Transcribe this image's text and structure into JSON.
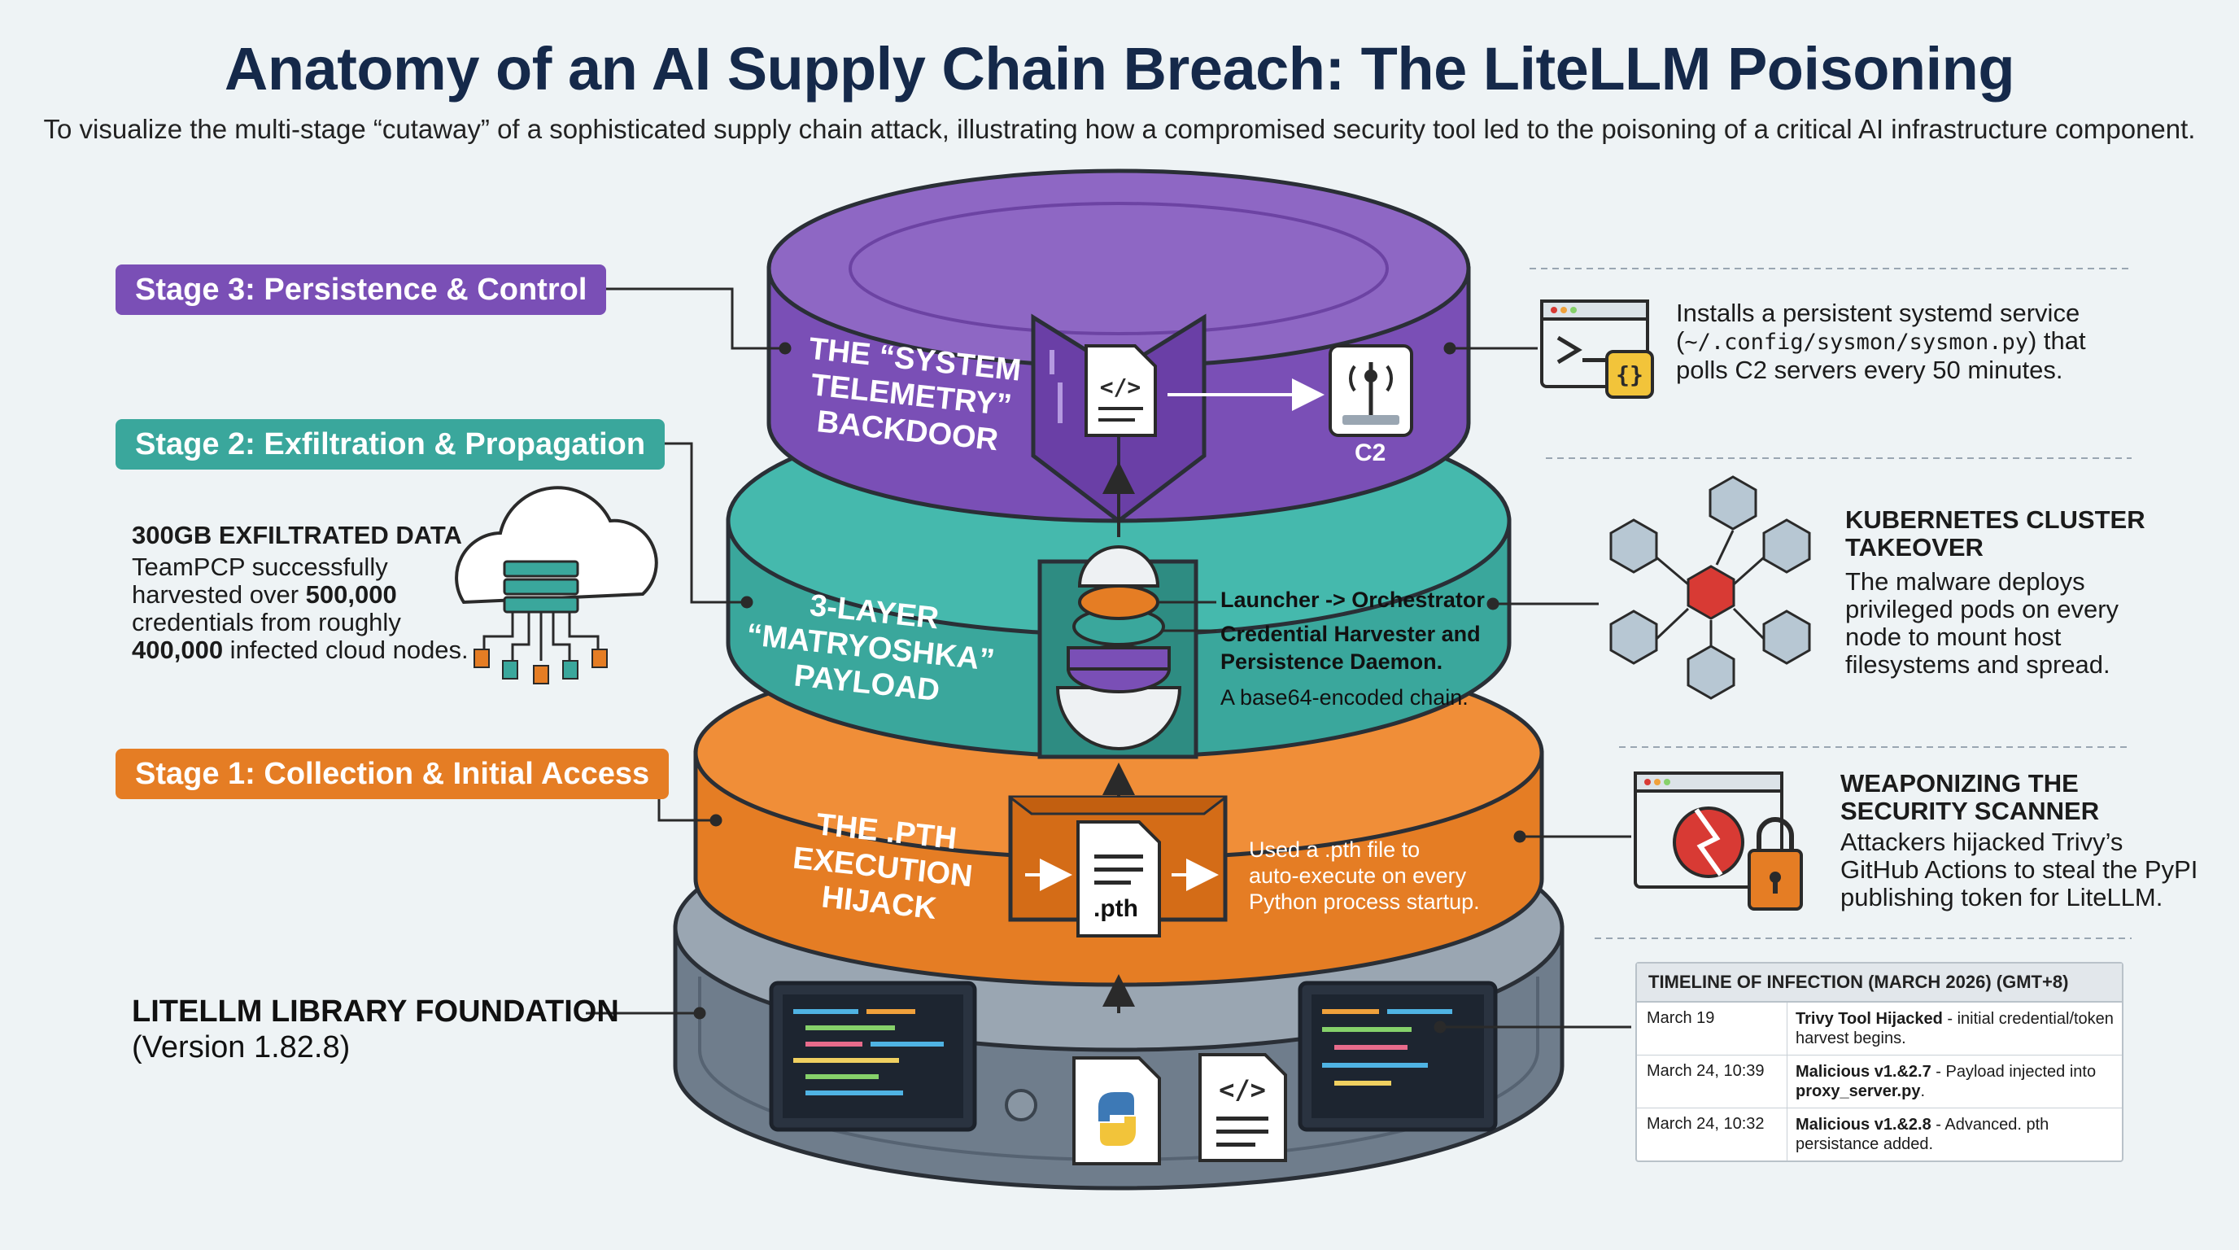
{
  "title": "Anatomy of an AI Supply Chain Breach: The LiteLLM Poisoning",
  "subtitle": "To visualize the multi-stage “cutaway” of a sophisticated supply chain attack, illustrating how a compromised security tool led to the poisoning of a critical AI infrastructure component.",
  "colors": {
    "stage3": "#7a4fb6",
    "stage2": "#3aa79c",
    "stage1": "#e57d24",
    "foundation": "#7d8a99",
    "accent_red": "#d83a34"
  },
  "stages": {
    "stage3": "Stage 3: Persistence & Control",
    "stage2": "Stage 2: Exfiltration & Propagation",
    "stage1": "Stage 1: Collection & Initial Access"
  },
  "layers": {
    "backdoor": "THE “SYSTEM\nTELEMETRY”\nBACKDOOR",
    "c2": "C2",
    "payload": "3-LAYER\n“MATRYOSHKA”\nPAYLOAD",
    "payload_launcher": "Launcher -> Orchestrator",
    "payload_harvester": "Credential Harvester and\nPersistence Daemon.",
    "payload_chain": "A base64-encoded chain.",
    "pth": "THE .PTH\nEXECUTION\nHIJACK",
    "pth_file_label": ".pth",
    "pth_desc": "Used a .pth file to\nauto-execute on every\nPython process startup."
  },
  "left": {
    "exfil_title": "300GB EXFILTRATED DATA",
    "exfil_body_1": "TeamPCP successfully",
    "exfil_body_2a": "harvested over ",
    "exfil_body_2b": "500,000",
    "exfil_body_3": "credentials from roughly",
    "exfil_body_4a": "400,000",
    "exfil_body_4b": " infected cloud nodes.",
    "foundation_title": "LITELLM LIBRARY FOUNDATION",
    "foundation_version": "(Version 1.82.8)"
  },
  "right": {
    "persist_line1": "Installs a persistent systemd service",
    "persist_line2a": "(",
    "persist_line2b": "~/.config/sysmon/sysmon.py",
    "persist_line2c": ") that",
    "persist_line3": "polls C2 servers every 50 minutes.",
    "k8s_title": "KUBERNETES CLUSTER\nTAKEOVER",
    "k8s_body": "The malware deploys\nprivileged pods on every\nnode to mount host\nfilesystems and spread.",
    "weapon_title": "WEAPONIZING THE\nSECURITY SCANNER",
    "weapon_body": "Attackers hijacked Trivy’s\nGitHub Actions to steal the PyPI\npublishing token for LiteLLM."
  },
  "timeline": {
    "header": "TIMELINE OF INFECTION (MARCH 2026) (GMT+8)",
    "rows": [
      {
        "date": "March 19",
        "event_bold": "Trivy Tool Hijacked",
        "event_rest": " - initial credential/token harvest begins."
      },
      {
        "date": "March 24, 10:39",
        "event_bold": "Malicious v1.&2.7",
        "event_rest": " - Payload injected into ",
        "event_bold2": "proxy_server.py",
        "event_rest2": "."
      },
      {
        "date": "March 24, 10:32",
        "event_bold": "Malicious v1.&2.8",
        "event_rest": " - Advanced. pth persistance added."
      }
    ]
  }
}
